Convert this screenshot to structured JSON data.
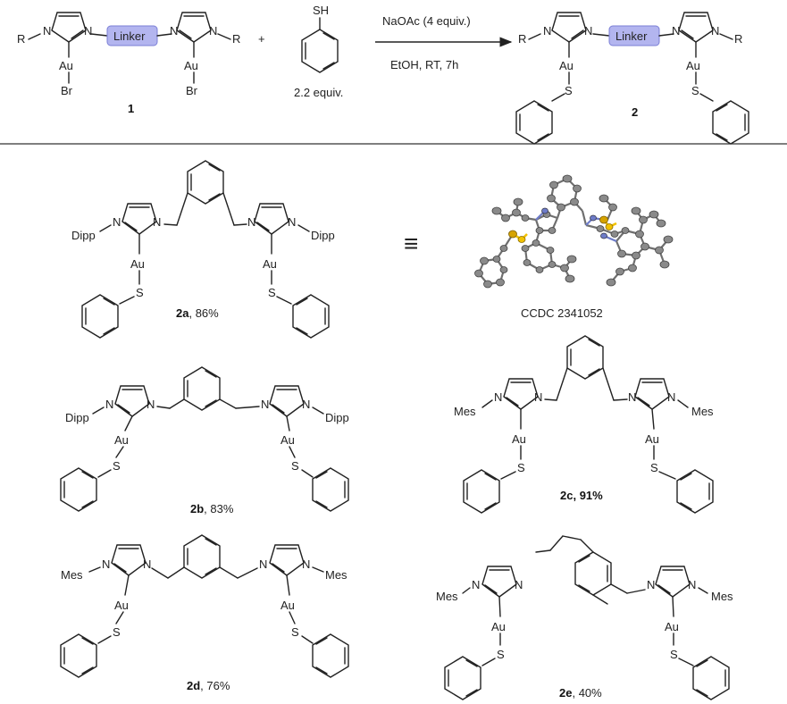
{
  "reaction": {
    "r_group": "R",
    "linker_label": "Linker",
    "plus_sign": "+",
    "thiol_sh": "SH",
    "thiol_equiv": "2.2 equiv.",
    "compound_1_number": "1",
    "compound_2_number": "2",
    "condition_line_1": "NaOAc (4  equiv.)",
    "condition_line_2": "EtOH, RT,  7h",
    "metal": "Au",
    "halide": "Br",
    "nitrogen": "N",
    "sulfur": "S",
    "linker_color": "#b3b5ef"
  },
  "crystal": {
    "equivalence_symbol": "≡",
    "ccdc_label": "CCDC 2341052",
    "carbon_color": "#8a8a8a",
    "sulfur_color": "#f2c200",
    "nitrogen_color": "#6e7cc9",
    "gold_color": "#d6a300"
  },
  "compounds": [
    {
      "id": "2a",
      "substituent": "Dipp",
      "yield": ", 86%"
    },
    {
      "id": "2b",
      "substituent": "Dipp",
      "yield": ", 83%"
    },
    {
      "id": "2c",
      "substituent": "Mes",
      "yield": ", 91%"
    },
    {
      "id": "2d",
      "substituent": "Mes",
      "yield": ", 76%"
    },
    {
      "id": "2e",
      "substituent": "Mes",
      "yield": ", 40%"
    }
  ]
}
